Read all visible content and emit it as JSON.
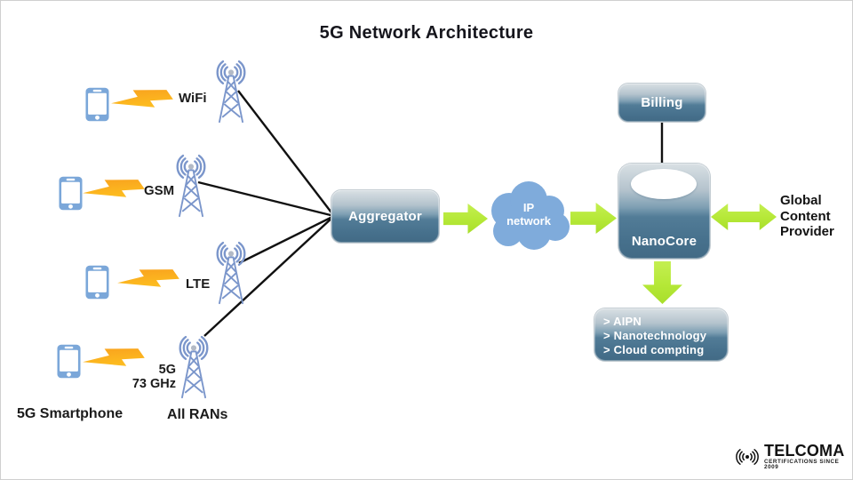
{
  "title": "5G Network Architecture",
  "ran_rows": [
    {
      "label": "WiFi"
    },
    {
      "label": "GSM"
    },
    {
      "label": "LTE"
    },
    {
      "label": "5G",
      "sublabel": "73 GHz"
    }
  ],
  "footer_labels": {
    "smartphone": "5G Smartphone",
    "all_rans": "All RANs"
  },
  "nodes": {
    "aggregator": {
      "label": "Aggregator"
    },
    "ip_network": {
      "line1": "IP",
      "line2": "network"
    },
    "billing": {
      "label": "Billing"
    },
    "nanocore": {
      "label": "NanoCore"
    },
    "global_content_provider": {
      "label": "Global Content Provider"
    },
    "services": {
      "items": [
        "> AIPN",
        "> Nanotechnology",
        "> Cloud compting"
      ]
    }
  },
  "logo": {
    "brand": "TELCOMA",
    "tagline": "CERTIFICATIONS SINCE 2009"
  },
  "colors": {
    "arrow_green": "#b5e837",
    "node_blue_dark": "#46708c",
    "node_blue_light": "#d9e0e4",
    "cloud_blue": "#7fabdb",
    "tower_blue": "#7b96cb",
    "phone_blue": "#7ba7d9",
    "bolt_orange": "#f78e1e",
    "bolt_yellow": "#ffd84a",
    "connector_black": "#111111"
  },
  "icons": {
    "smartphone": "smartphone-icon",
    "lightning": "lightning-bolt-icon",
    "cell_tower": "cell-tower-icon",
    "ip_cloud": "ip-cloud-icon",
    "telcoma_signal": "telcoma-signal-icon"
  }
}
